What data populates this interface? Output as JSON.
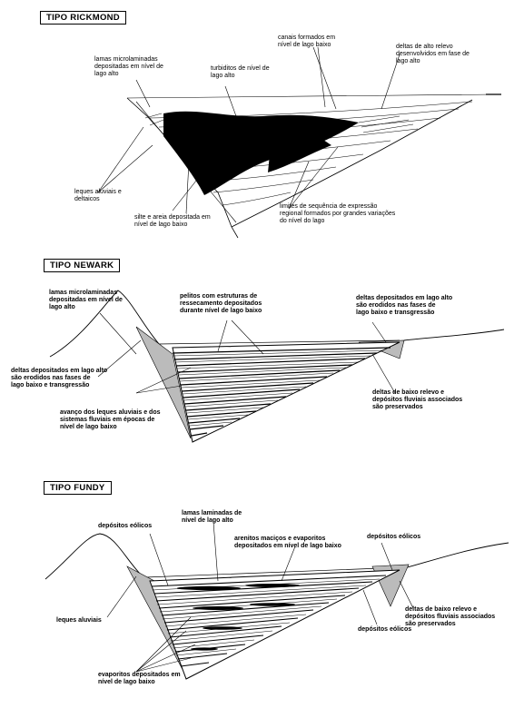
{
  "panels": [
    {
      "title": "TIPO RICKMOND",
      "labels": [
        "lamas microlaminadas\ndepositadas em nível de\nlago alto",
        "turbiditos de nível de\nlago alto",
        "canais formados em\nnível de lago baixo",
        "deltas de alto relevo\ndesenvolvidos em fase de\nlago alto",
        "leques aluviais e\ndeltaicos",
        "silte e areia depositada em\nnível de lago baixo",
        "limites de sequência de expressão\nregional formados por grandes variações\ndo nível do lago"
      ]
    },
    {
      "title": "TIPO NEWARK",
      "labels": [
        "lamas microlaminadas\ndepositadas em nível de\nlago alto",
        "pelitos com estruturas de\nressecamento depositados\ndurante nível de lago baixo",
        "deltas depositados em lago alto\nsão erodidos nas fases de\nlago baixo e transgressão",
        "deltas depositados em lago alto\nsão erodidos nas fases de\nlago baixo e transgressão",
        "deltas de baixo relevo e\ndepósitos fluviais associados\nsão preservados",
        "avanço dos leques aluviais e dos\nsistemas fluviais em épocas de\nnível de lago baixo"
      ]
    },
    {
      "title": "TIPO FUNDY",
      "labels": [
        "lamas laminadas de\nnível de lago alto",
        "depósitos eólicos",
        "arenitos maciços e evaporitos\ndepositados em nível de lago baixo",
        "depósitos eólicos",
        "leques aluviais",
        "deltas de baixo relevo e\ndepósitos fluviais associados\nsão preservados",
        "depósitos eólicos",
        "evaporitos depositados em\nnível de lago baixo"
      ]
    }
  ]
}
